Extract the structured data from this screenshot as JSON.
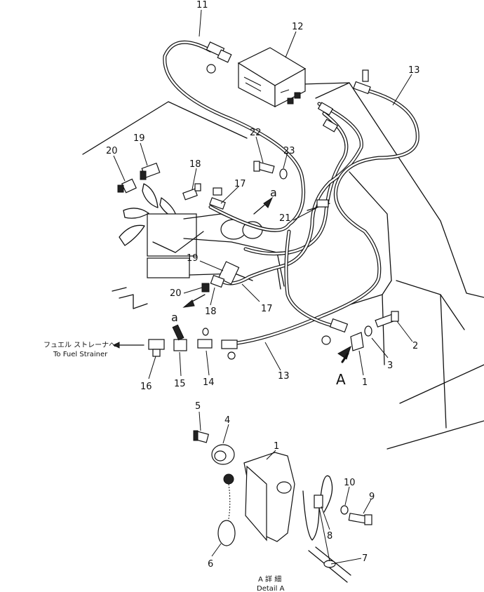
{
  "callouts": {
    "n1": "1",
    "n1b": "1",
    "n2": "2",
    "n3": "3",
    "n4": "4",
    "n5": "5",
    "n6": "6",
    "n7": "7",
    "n8": "8",
    "n9": "9",
    "n10": "10",
    "n11": "11",
    "n12": "12",
    "n13": "13",
    "n13b": "13",
    "n14": "14",
    "n15": "15",
    "n16": "16",
    "n17": "17",
    "n17b": "17",
    "n18": "18",
    "n18b": "18",
    "n19": "19",
    "n19b": "19",
    "n20": "20",
    "n20b": "20",
    "n21": "21",
    "n22": "22",
    "n23": "23"
  },
  "view_marks": {
    "a_top": "a",
    "a_left": "a",
    "A_arrow": "A"
  },
  "fuel_strainer": {
    "jp": "フュエル ストレーナへ",
    "en": "To Fuel Strainer"
  },
  "detail_caption": {
    "jp": "A 詳 細",
    "en": "Detail A"
  }
}
